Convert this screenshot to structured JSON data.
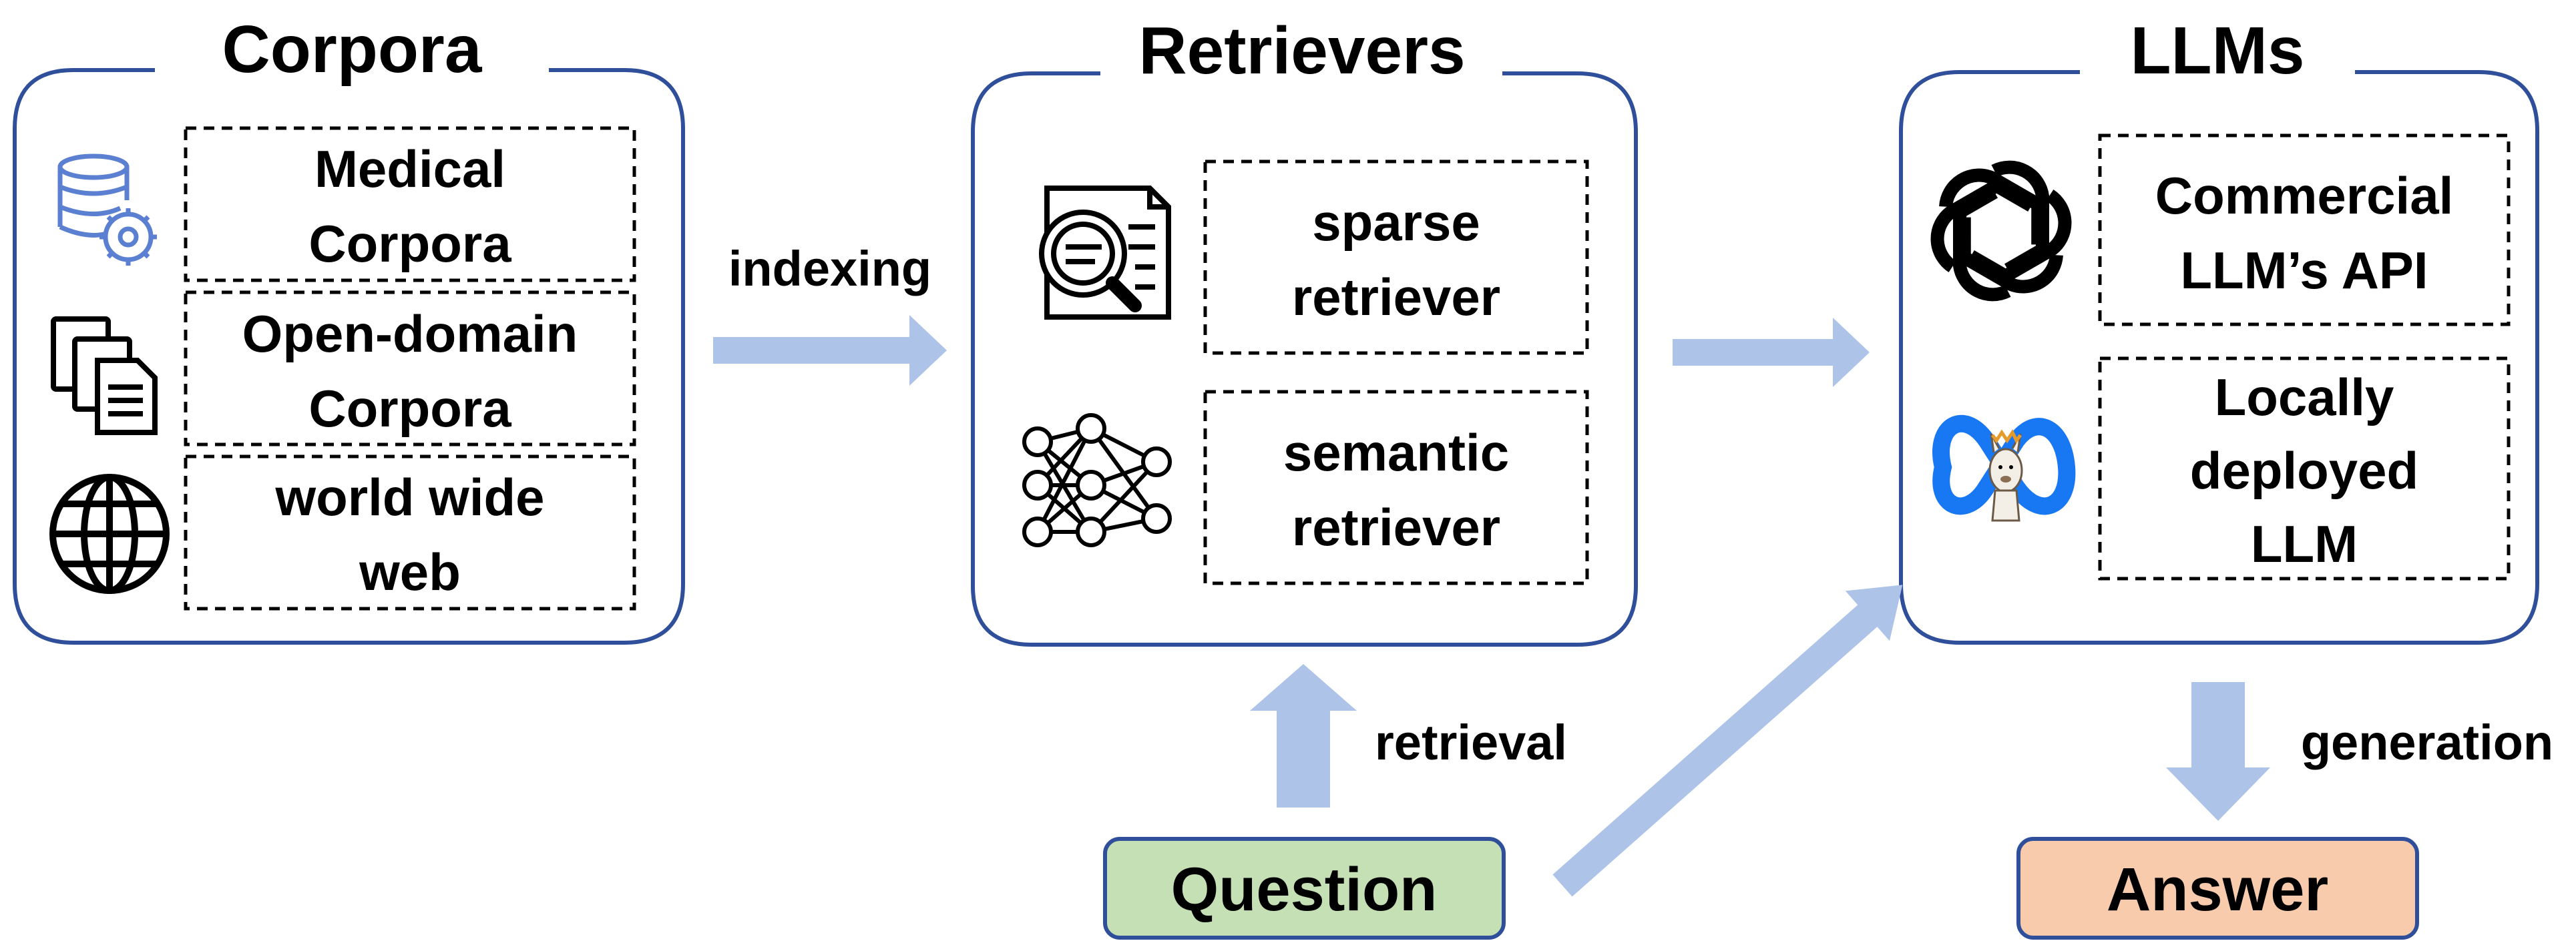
{
  "corpora": {
    "title": "Corpora",
    "items": [
      {
        "line1": "Medical",
        "line2": "Corpora",
        "icon": "database-gear-icon"
      },
      {
        "line1": "Open-domain",
        "line2": "Corpora",
        "icon": "documents-icon"
      },
      {
        "line1": "world wide",
        "line2": "web",
        "icon": "globe-icon"
      }
    ]
  },
  "retrievers": {
    "title": "Retrievers",
    "items": [
      {
        "line1": "sparse",
        "line2": "retriever",
        "icon": "document-search-icon"
      },
      {
        "line1": "semantic",
        "line2": "retriever",
        "icon": "neural-network-icon"
      }
    ]
  },
  "llms": {
    "title": "LLMs",
    "items": [
      {
        "line1": "Commercial",
        "line2": "LLM’s API",
        "icon": "openai-logo-icon"
      },
      {
        "line1": "Locally",
        "line2": "deployed",
        "line3": "LLM",
        "icon": "meta-llama-logo-icon"
      }
    ]
  },
  "arrows": {
    "indexing": "indexing",
    "retrieval": "retrieval",
    "generation": "generation"
  },
  "question": {
    "label": "Question",
    "color": "#c5e0b4"
  },
  "answer": {
    "label": "Answer",
    "color": "#f8cbad"
  },
  "colors": {
    "panel_border": "#2f4f9a",
    "arrow": "#aec3e8"
  }
}
